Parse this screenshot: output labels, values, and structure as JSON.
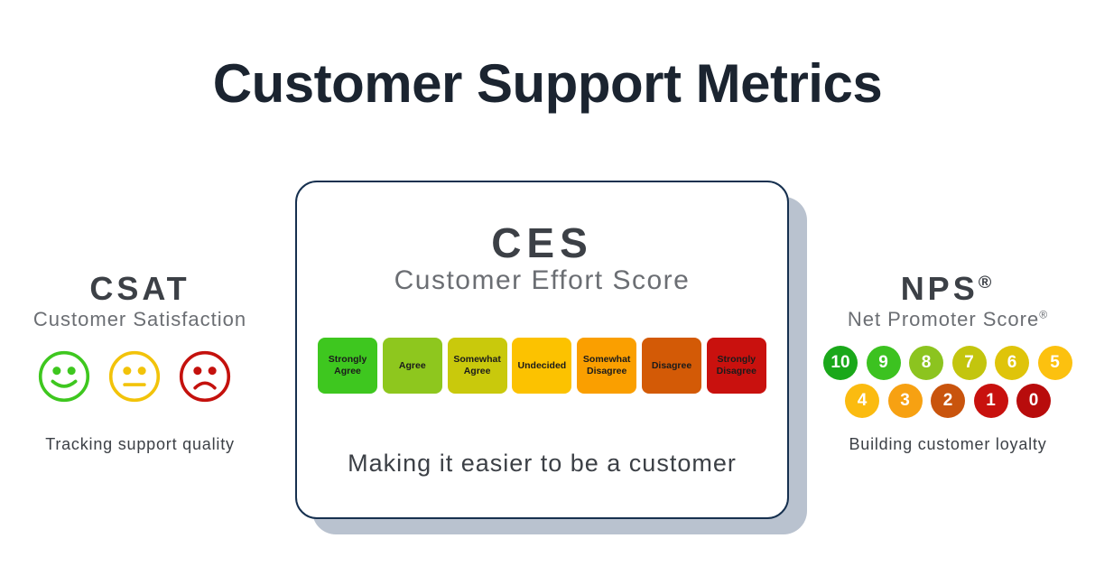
{
  "title": "Customer Support Metrics",
  "csat": {
    "abbr": "CSAT",
    "name": "Customer Satisfaction",
    "tagline": "Tracking support quality",
    "faces": [
      {
        "mood": "happy",
        "color": "#3ec71f"
      },
      {
        "mood": "neutral",
        "color": "#f2c30a"
      },
      {
        "mood": "sad",
        "color": "#c4110d"
      }
    ]
  },
  "ces": {
    "abbr": "CES",
    "name": "Customer Effort Score",
    "tagline": "Making it easier to be a customer",
    "scale": [
      {
        "label": "Strongly Agree",
        "color": "#3ec71f"
      },
      {
        "label": "Agree",
        "color": "#8ec71e"
      },
      {
        "label": "Somewhat Agree",
        "color": "#c9c90c"
      },
      {
        "label": "Undecided",
        "color": "#fcc200"
      },
      {
        "label": "Somewhat Disagree",
        "color": "#fa9f00"
      },
      {
        "label": "Disagree",
        "color": "#d35a06"
      },
      {
        "label": "Strongly Disagree",
        "color": "#c9110e"
      }
    ]
  },
  "nps": {
    "abbr": "NPS",
    "mark": "®",
    "name": "Net Promoter Score",
    "tagline": "Building customer loyalty",
    "scores": [
      {
        "value": "10",
        "color": "#1aa81a"
      },
      {
        "value": "9",
        "color": "#3cc220"
      },
      {
        "value": "8",
        "color": "#8cc41f"
      },
      {
        "value": "7",
        "color": "#c3c50e"
      },
      {
        "value": "6",
        "color": "#dfc40a"
      },
      {
        "value": "5",
        "color": "#fcc10f"
      },
      {
        "value": "4",
        "color": "#fbbb10"
      },
      {
        "value": "3",
        "color": "#f7a112"
      },
      {
        "value": "2",
        "color": "#c9540d"
      },
      {
        "value": "1",
        "color": "#c8110e"
      },
      {
        "value": "0",
        "color": "#b80c0c"
      }
    ]
  }
}
